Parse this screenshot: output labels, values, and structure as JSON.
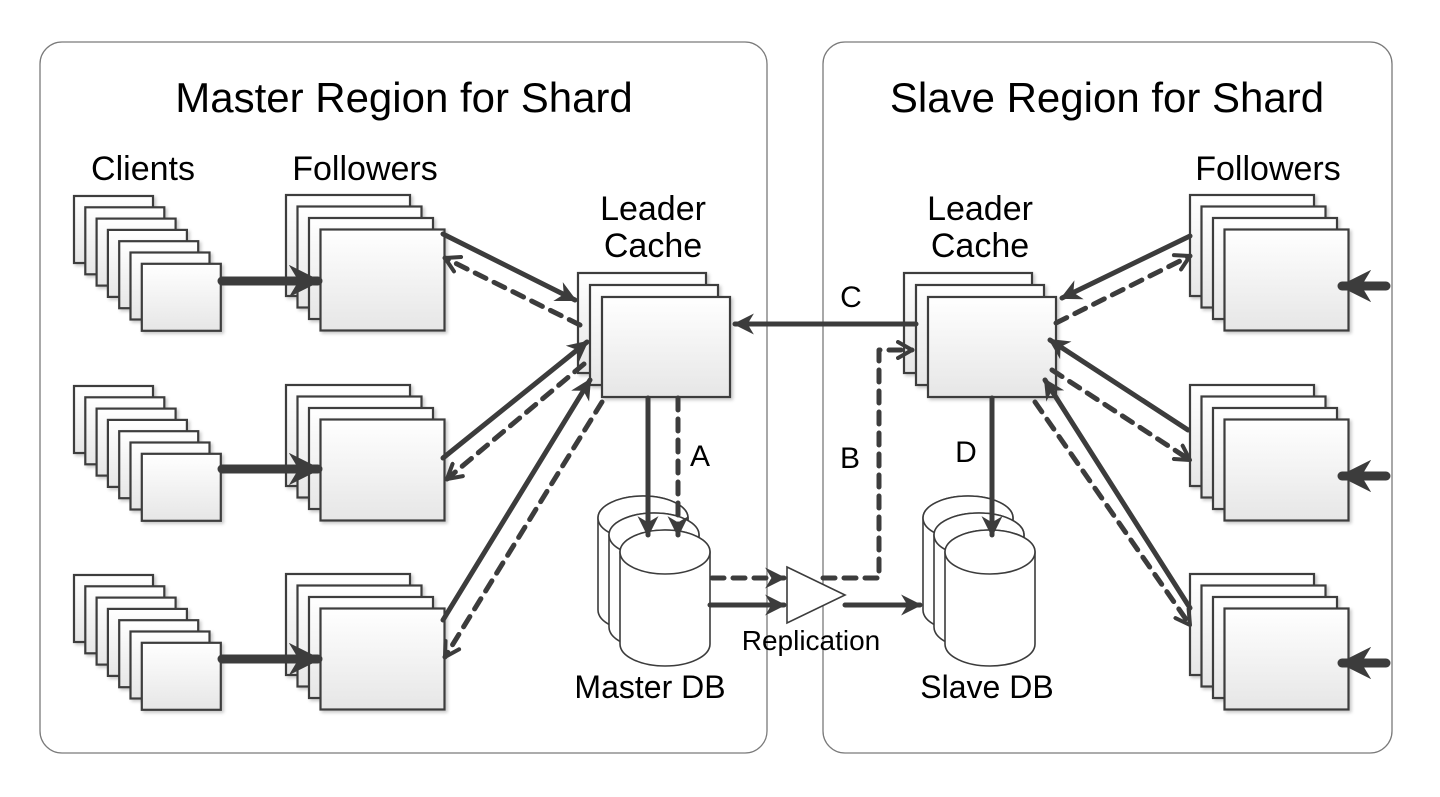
{
  "master_region": {
    "title": "Master Region for Shard",
    "clients_label": "Clients",
    "followers_label": "Followers",
    "leader_label_line1": "Leader",
    "leader_label_line2": "Cache",
    "db_label": "Master DB",
    "client_groups": 3,
    "clients_per_group": 7,
    "follower_groups": 3,
    "followers_per_group": 4,
    "leader_cache_count": 3,
    "db_count": 3
  },
  "slave_region": {
    "title": "Slave Region for Shard",
    "followers_label": "Followers",
    "leader_label_line1": "Leader",
    "leader_label_line2": "Cache",
    "db_label": "Slave DB",
    "follower_groups": 3,
    "followers_per_group": 4,
    "leader_cache_count": 3,
    "db_count": 3
  },
  "replication_label": "Replication",
  "path_labels": {
    "a": "A",
    "b": "B",
    "c": "C",
    "d": "D"
  },
  "colors": {
    "arrow": "#3c3c3c",
    "panel_border": "#7a7a7a",
    "box_border": "#3c3c3c"
  }
}
